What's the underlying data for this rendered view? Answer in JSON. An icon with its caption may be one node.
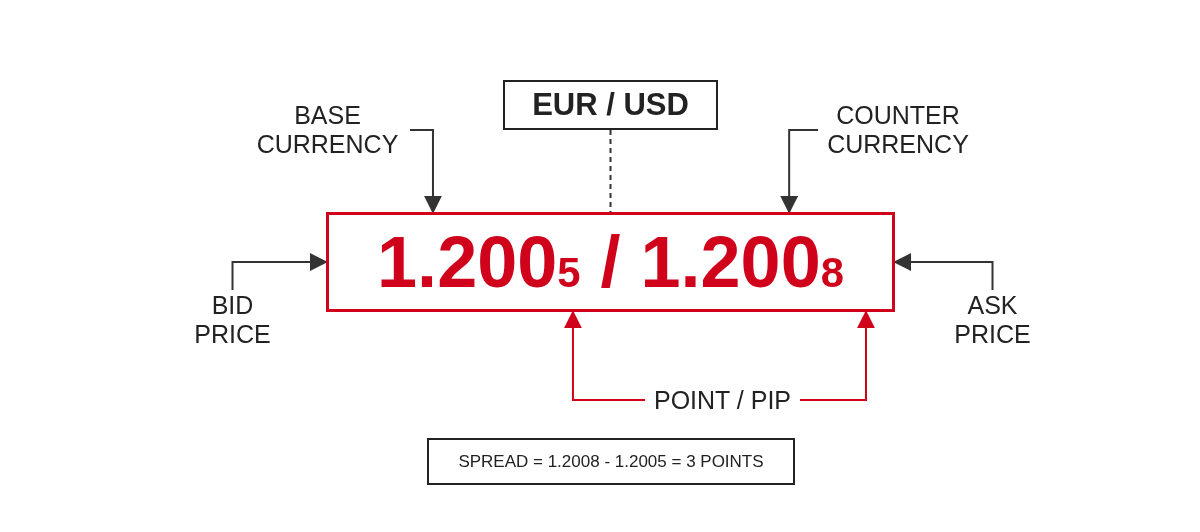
{
  "diagram": {
    "nodes": [
      {
        "text": [
          "EUR / USD"
        ]
      },
      {
        "text": [
          "1.200$_{5}$ / 1.200$_{8}$"
        ]
      },
      {
        "text": [
          "BASE CURRENCY"
        ]
      },
      {
        "text": [
          "COUNTER CURRENCY"
        ]
      },
      {
        "text": [
          "BID PRICE"
        ]
      },
      {
        "text": [
          "ASK PRICE"
        ]
      },
      {
        "text": [
          "POINT / PIP"
        ]
      },
      {
        "text": [
          "SPREAD = 1.2008 - 1.2005 = 3 POINTS"
        ]
      }
    ],
    "edges": [
      {
        "from": 0,
        "to": 1,
        "arrow": "none",
        "style": "dashed"
      },
      {
        "from": 2,
        "to": 1,
        "arrow": "to"
      },
      {
        "from": 3,
        "to": 1,
        "arrow": "to"
      },
      {
        "from": 4,
        "to": 1,
        "arrow": "to"
      },
      {
        "from": 5,
        "to": 1,
        "arrow": "to"
      },
      {
        "from": 6,
        "to": 1,
        "arrow": "to",
        "color": "#d0021b"
      },
      {
        "from": 6,
        "to": 1,
        "arrow": "to",
        "color": "#d0021b"
      }
    ]
  }
}
